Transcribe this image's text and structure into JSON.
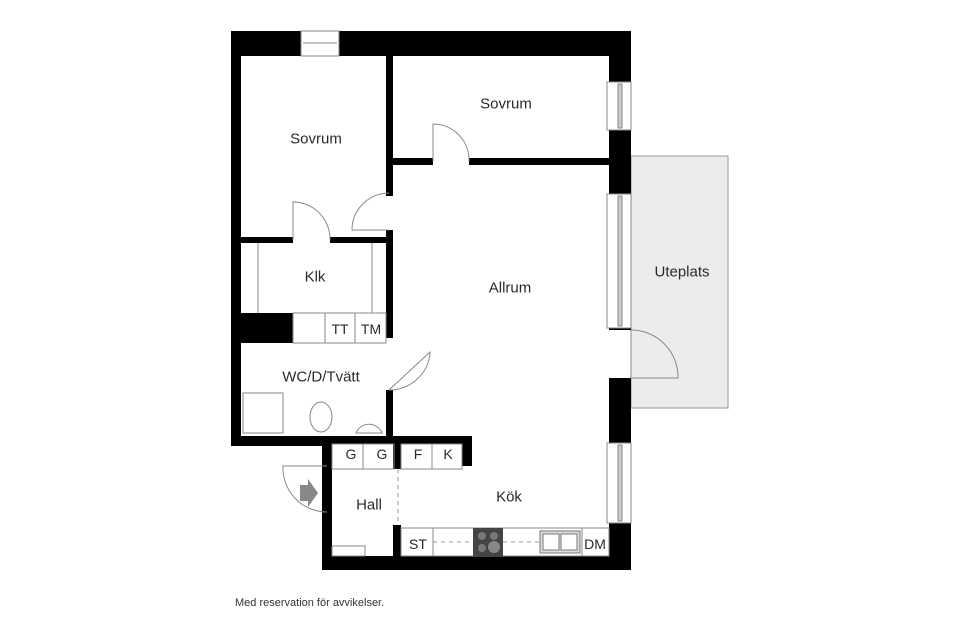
{
  "plan": {
    "rooms": [
      {
        "id": "sovrum-1",
        "label": "Sovrum"
      },
      {
        "id": "sovrum-2",
        "label": "Sovrum"
      },
      {
        "id": "klk",
        "label": "Klk"
      },
      {
        "id": "allrum",
        "label": "Allrum"
      },
      {
        "id": "uteplats",
        "label": "Uteplats"
      },
      {
        "id": "wc",
        "label": "WC/D/Tvätt"
      },
      {
        "id": "hall",
        "label": "Hall"
      },
      {
        "id": "kok",
        "label": "Kök"
      }
    ],
    "fixtures": {
      "tt": "TT",
      "tm": "TM",
      "g1": "G",
      "g2": "G",
      "f": "F",
      "k": "K",
      "st": "ST",
      "dm": "DM"
    },
    "icons": [
      "entrance-arrow-icon",
      "stove-icon",
      "sink-icon",
      "toilet-icon",
      "washbasin-icon",
      "shower-icon"
    ],
    "colors": {
      "wall": "#000000",
      "patio": "#ececec",
      "fixture_line": "#888888"
    }
  },
  "footer": {
    "disclaimer": "Med reservation för avvikelser."
  }
}
